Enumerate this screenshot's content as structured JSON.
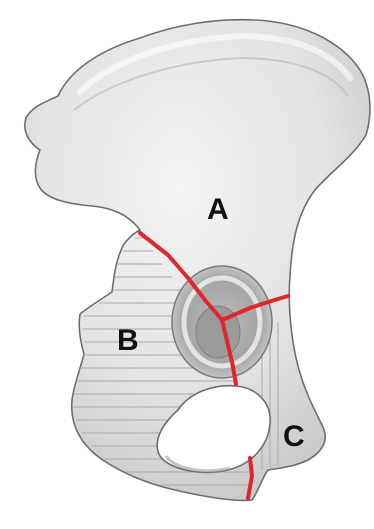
{
  "labels": {
    "a": "A",
    "b": "B",
    "c": "C"
  },
  "colors": {
    "bone_light": "#eeeeee",
    "bone_mid": "#d9d9d9",
    "bone_shadow": "#b3b3b3",
    "outline": "#6e6e6e",
    "hatch": "#a9a9a9",
    "suture": "#e0262c",
    "background": "#ffffff"
  }
}
